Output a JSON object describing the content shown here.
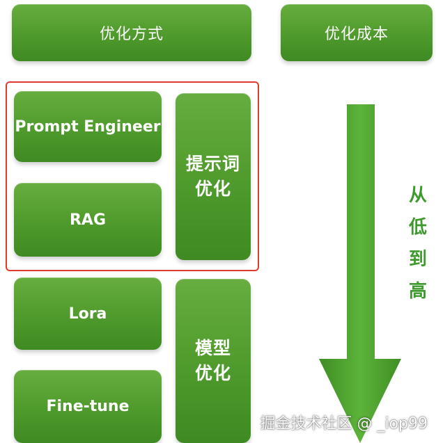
{
  "header": {
    "method_title": "优化方式",
    "cost_title": "优化成本"
  },
  "methods": {
    "prompt_engineer": "Prompt Engineer",
    "rag": "RAG",
    "lora": "Lora",
    "fine_tune": "Fine-tune"
  },
  "groups": {
    "prompt_opt": [
      "提示词",
      "优化"
    ],
    "model_opt": [
      "模型",
      "优化"
    ]
  },
  "cost_note": [
    "从",
    "低",
    "到",
    "高"
  ],
  "watermark": "掘金技术社区 @ _iop99",
  "colors": {
    "box_green": "#4f9a2c",
    "arrow_green": "#4aa02f",
    "text_green": "#3e9a2e",
    "highlight_red": "#e03a2f"
  }
}
